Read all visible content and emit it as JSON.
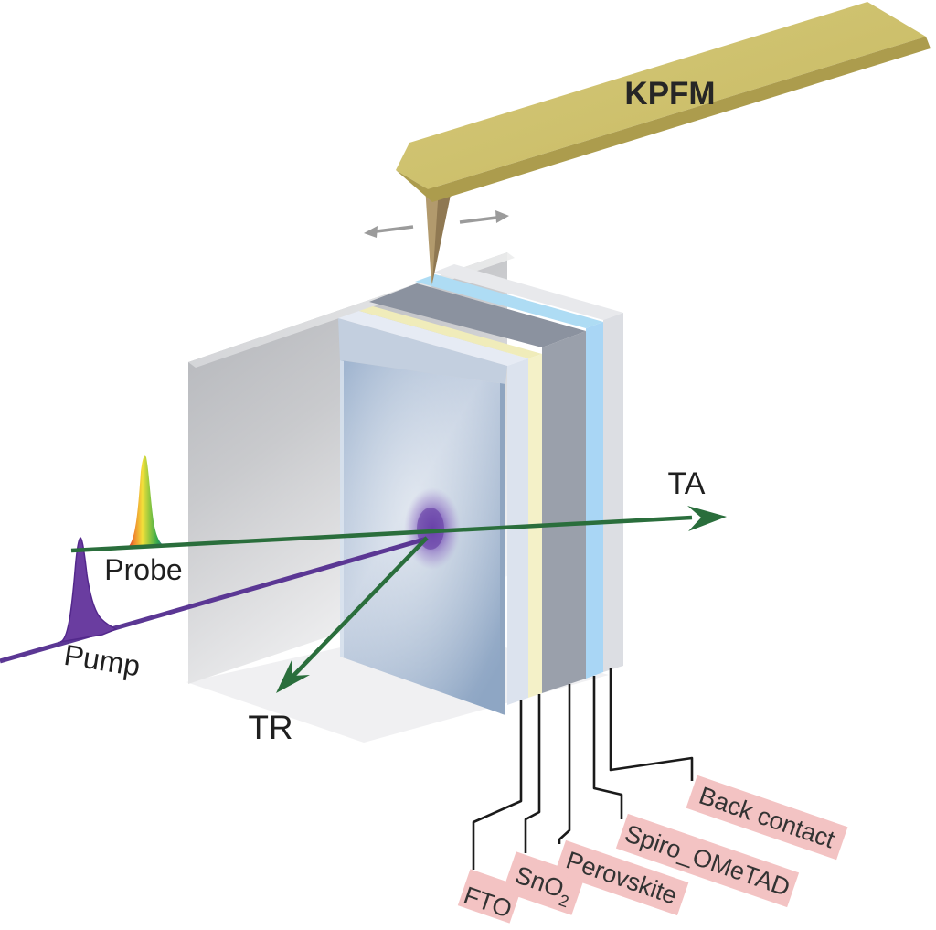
{
  "scene": {
    "kpfm_label": "KPFM",
    "beams": {
      "ta_label": "TA",
      "tr_label": "TR",
      "probe_label": "Probe",
      "pump_label": "Pump"
    },
    "layers": [
      {
        "name": "fto",
        "label": "FTO",
        "color": "#dce3ee",
        "top_color": "#e6ebf4"
      },
      {
        "name": "sno2",
        "label": "SnO",
        "subscript": "2",
        "color": "#f4f1c8",
        "top_color": "#f0ecba"
      },
      {
        "name": "perovskite",
        "label": "Perovskite",
        "color": "#9aa0ab",
        "top_color": "#8b929f"
      },
      {
        "name": "spiro_ometad",
        "label": "Spiro_OMeTAD",
        "color": "#a9d6f5",
        "top_color": "#aedcf4"
      },
      {
        "name": "back_contact",
        "label": "Back contact",
        "color": "#dcdee3",
        "top_color": "#e8e9ec"
      }
    ],
    "colors": {
      "label_bg": "#f3c3c3",
      "label_text": "#333333",
      "green": "#2a6e3c",
      "purple": "#5b3794",
      "pump_fill": "#6a3da0",
      "beam_top": "#cfc473",
      "beam_edge": "#ac9c4d",
      "tip": "#b29a6d",
      "tip_shade": "#8f7852",
      "scan_arrow": "#9b9b9b",
      "leader": "#1a1a1a",
      "text": "#1f1f1f",
      "cube_gray": "#b2b4b8",
      "substrate_blue": "#a9bdd6"
    }
  }
}
